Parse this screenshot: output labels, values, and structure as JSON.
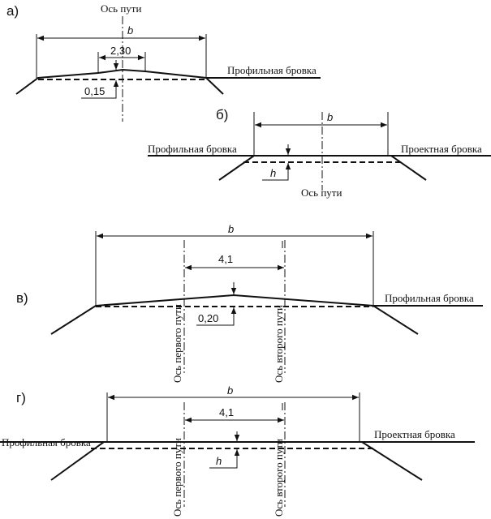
{
  "panels": {
    "a": {
      "letter": "а)",
      "axis_label": "Ось пути",
      "b_label": "b",
      "width_label": "2,30",
      "height_label": "0,15",
      "edge_right": "Профильная бровка"
    },
    "b": {
      "letter": "б)",
      "b_label": "b",
      "h_label": "h",
      "edge_left": "Профильная бровка",
      "edge_right": "Проектная бровка",
      "axis_label": "Ось пути"
    },
    "v": {
      "letter": "в)",
      "b_label": "b",
      "width_label": "4,1",
      "height_label": "0,20",
      "edge_right": "Профильная бровка",
      "axis1_label": "Ось первого пути",
      "axis2_label": "Ось второго пути"
    },
    "g": {
      "letter": "г)",
      "b_label": "b",
      "width_label": "4,1",
      "h_label": "h",
      "edge_left": "Профильная бровка",
      "edge_right": "Проектная бровка",
      "axis1_label": "Ось первого пути",
      "axis2_label": "Ось второго пути"
    }
  }
}
